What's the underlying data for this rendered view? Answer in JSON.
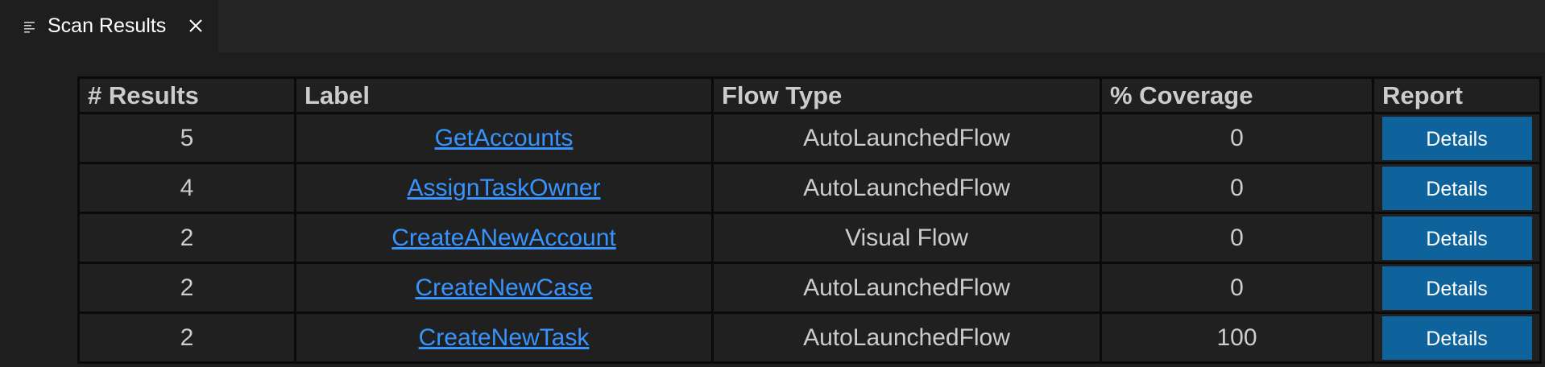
{
  "tab": {
    "title": "Scan Results",
    "icon": "list-icon",
    "close_icon": "close-icon"
  },
  "table": {
    "headers": [
      "# Results",
      "Label",
      "Flow Type",
      "% Coverage",
      "Report"
    ],
    "rows": [
      {
        "results": "5",
        "label": "GetAccounts",
        "flow_type": "AutoLaunchedFlow",
        "coverage": "0",
        "report": "Details"
      },
      {
        "results": "4",
        "label": "AssignTaskOwner",
        "flow_type": "AutoLaunchedFlow",
        "coverage": "0",
        "report": "Details"
      },
      {
        "results": "2",
        "label": "CreateANewAccount",
        "flow_type": "Visual Flow",
        "coverage": "0",
        "report": "Details"
      },
      {
        "results": "2",
        "label": "CreateNewCase",
        "flow_type": "AutoLaunchedFlow",
        "coverage": "0",
        "report": "Details"
      },
      {
        "results": "2",
        "label": "CreateNewTask",
        "flow_type": "AutoLaunchedFlow",
        "coverage": "100",
        "report": "Details"
      }
    ]
  },
  "colors": {
    "background": "#1e1e1e",
    "link": "#3794ff",
    "button": "#0e639c"
  }
}
